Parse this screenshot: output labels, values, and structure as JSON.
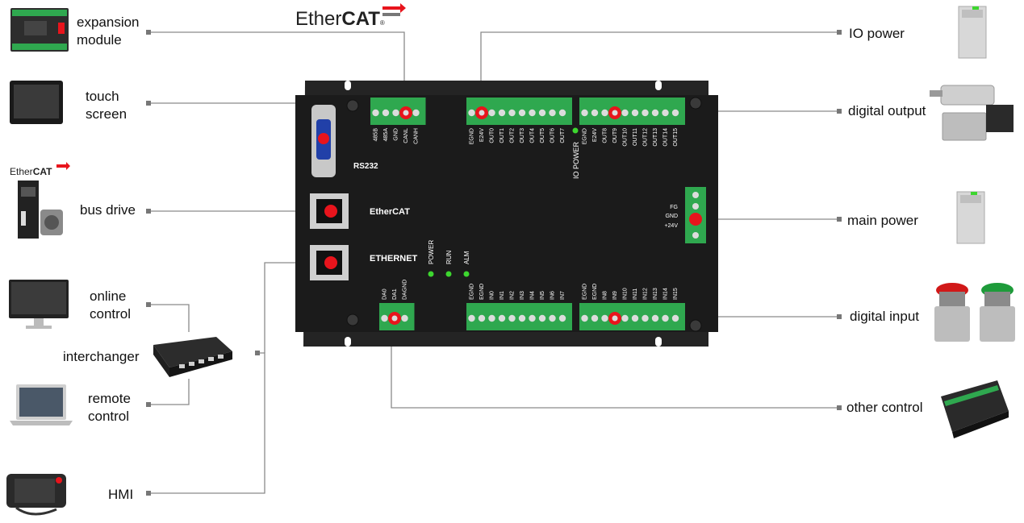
{
  "left_devices": {
    "expansion_module": [
      "expansion",
      "module"
    ],
    "touch_screen": [
      "touch",
      "screen"
    ],
    "bus_drive": "bus drive",
    "online_control": [
      "online",
      "control"
    ],
    "interchanger": "interchanger",
    "remote_control": [
      "remote",
      "control"
    ],
    "hmi": "HMI"
  },
  "right_devices": {
    "io_power": "IO power",
    "digital_output": "digital output",
    "main_power": "main power",
    "digital_input": "digital input",
    "other_control": "other control"
  },
  "logos": {
    "ethercat_main": {
      "ether": "Ether",
      "cat": "CAT",
      "mark": "®"
    },
    "ethercat_small": {
      "ether": "Ether",
      "cat": "CAT"
    }
  },
  "controller": {
    "rs232": "RS232",
    "ethercat_port": "EtherCAT",
    "ethernet_port": "ETHERNET",
    "io_power": "IO POWER",
    "leds": [
      "POWER",
      "RUN",
      "ALM"
    ],
    "power_terminals": [
      "FG",
      "GND",
      "+24V"
    ],
    "can_terminals": [
      "485B",
      "485A",
      "GND",
      "CANL",
      "CANH"
    ],
    "output_block_1": [
      "EGND",
      "E24V",
      "OUT0",
      "OUT1",
      "OUT2",
      "OUT3",
      "OUT4",
      "OUT5",
      "OUT6",
      "OUT7"
    ],
    "output_block_2": [
      "EGND",
      "E24V",
      "OUT8",
      "OUT9",
      "OUT10",
      "OUT11",
      "OUT12",
      "OUT13",
      "OUT14",
      "OUT15"
    ],
    "input_block_1": [
      "EGND",
      "EGND",
      "IN0",
      "IN1",
      "IN2",
      "IN3",
      "IN4",
      "IN5",
      "IN6",
      "IN7"
    ],
    "input_block_2": [
      "EGND",
      "EGND",
      "IN8",
      "IN9",
      "IN10",
      "IN11",
      "IN12",
      "IN13",
      "IN14",
      "IN15"
    ],
    "da_terminals": [
      "DA0",
      "DA1",
      "DAGND"
    ]
  },
  "colors": {
    "panel": "#1f1f1f",
    "terminal_green": "#2fa84f",
    "marker_red": "#e8141c",
    "led_green": "#3dd62f",
    "wire": "#888888"
  }
}
